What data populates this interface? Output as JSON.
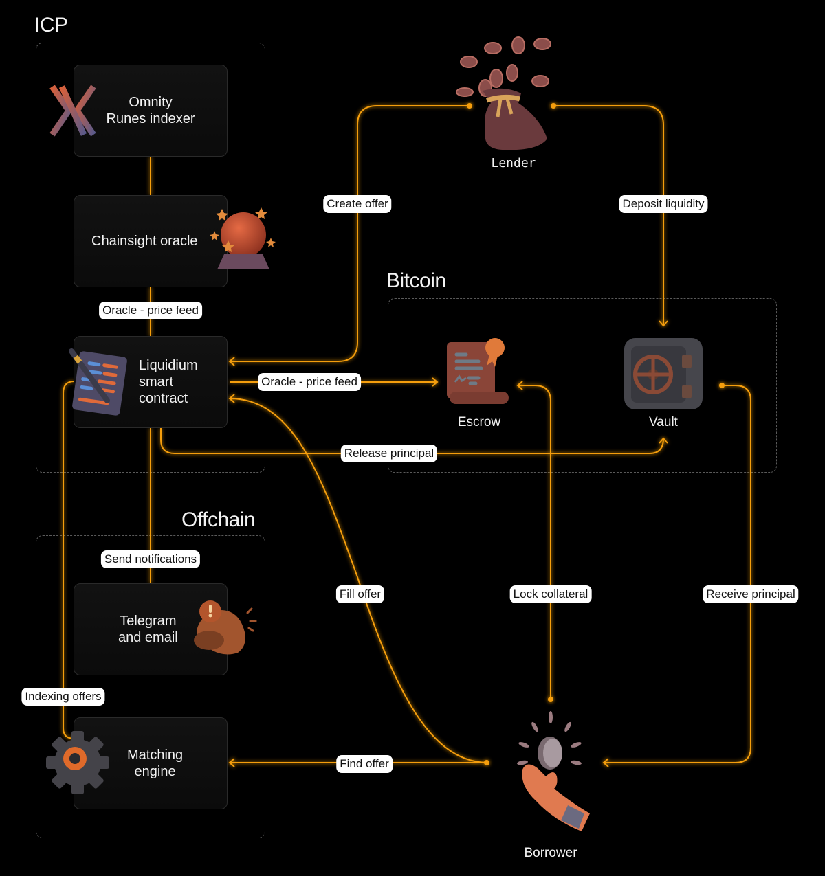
{
  "groups": {
    "icp": "ICP",
    "bitcoin": "Bitcoin",
    "offchain": "Offchain"
  },
  "cards": {
    "omnity": "Omnity\nRunes indexer",
    "chainsight": "Chainsight oracle",
    "liquidium": "Liquidium\nsmart\ncontract",
    "telegram": "Telegram\nand email",
    "matching": "Matching\nengine"
  },
  "nodes": {
    "lender": "Lender",
    "escrow": "Escrow",
    "vault": "Vault",
    "borrower": "Borrower"
  },
  "edges": {
    "oracle_price_feed_1": "Oracle - price feed",
    "oracle_price_feed_2": "Oracle - price feed",
    "create_offer": "Create offer",
    "deposit_liquidity": "Deposit liquidity",
    "release_principal": "Release principal",
    "send_notifications": "Send notifications",
    "indexing_offers": "Indexing offers",
    "fill_offer": "Fill offer",
    "lock_collateral": "Lock collateral",
    "receive_principal": "Receive principal",
    "find_offer": "Find offer"
  },
  "colors": {
    "wire": "#f59e0b",
    "background": "#000000",
    "card": "#111111",
    "pill": "#ffffff"
  },
  "icons": {
    "omnity": "omnity-logo-icon",
    "chainsight": "crystal-ball-icon",
    "liquidium": "contract-pen-icon",
    "telegram": "bell-alert-icon",
    "matching": "gear-icon",
    "lender": "money-bag-icon",
    "escrow": "scroll-certificate-icon",
    "vault": "safe-icon",
    "borrower": "hand-coin-icon"
  }
}
